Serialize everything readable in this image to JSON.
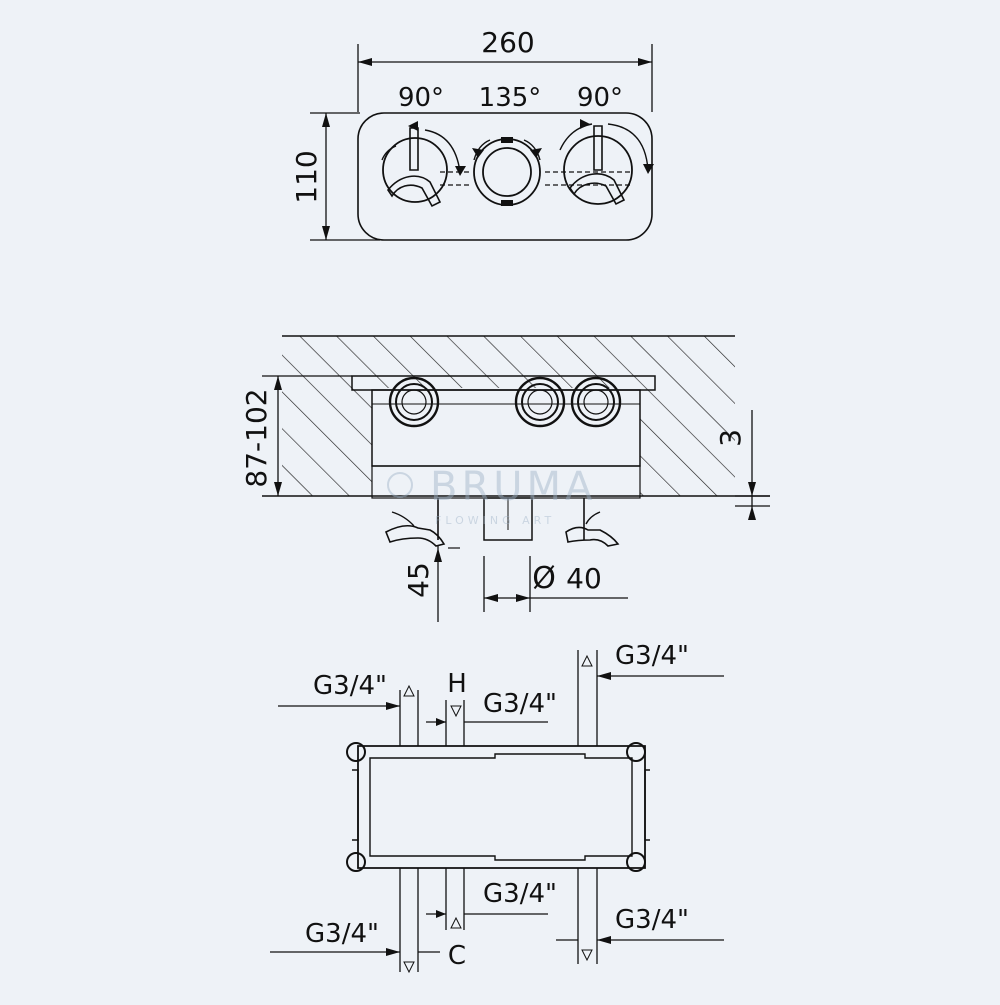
{
  "colors": {
    "background": "#eef2f7",
    "line": "#111111",
    "watermark": "#9fb4c8"
  },
  "top_view": {
    "width_label": "260",
    "height_label": "110",
    "angle_left": "90°",
    "angle_center": "135°",
    "angle_right": "90°"
  },
  "side_view": {
    "depth_label": "87-102",
    "offset_label": "3",
    "protrusion_label": "45",
    "diameter_label": "40",
    "diameter_symbol": "Ø"
  },
  "bottom_view": {
    "top_left_connection": "G3/4\"",
    "top_hot_connection": "G3/4\"",
    "top_right_connection": "G3/4\"",
    "hot_marker": "H",
    "bottom_cold_connection": "G3/4\"",
    "bottom_left_connection": "G3/4\"",
    "bottom_right_connection": "G3/4\"",
    "cold_marker": "C"
  },
  "watermark": {
    "brand": "BRUMA",
    "tagline": "FLOWING ART"
  }
}
